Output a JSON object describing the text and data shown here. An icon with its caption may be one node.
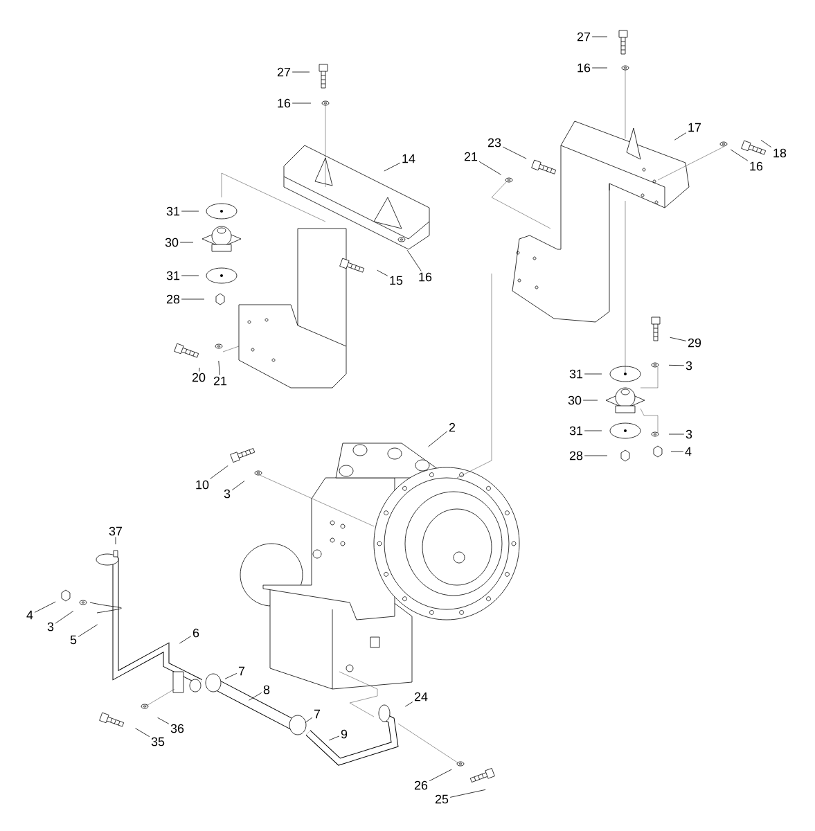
{
  "diagram": {
    "nodes": [
      {
        "text": [
          "27"
        ]
      },
      {
        "text": [
          "16"
        ]
      },
      {
        "text": [
          "14"
        ]
      },
      {
        "text": [
          "31"
        ]
      },
      {
        "text": [
          "30"
        ]
      },
      {
        "text": [
          "31"
        ]
      },
      {
        "text": [
          "28"
        ]
      },
      {
        "text": [
          "15"
        ]
      },
      {
        "text": [
          "16"
        ]
      },
      {
        "text": [
          "20"
        ]
      },
      {
        "text": [
          "21"
        ]
      },
      {
        "text": [
          "27"
        ]
      },
      {
        "text": [
          "16"
        ]
      },
      {
        "text": [
          "17"
        ]
      },
      {
        "text": [
          "23"
        ]
      },
      {
        "text": [
          "21"
        ]
      },
      {
        "text": [
          "18"
        ]
      },
      {
        "text": [
          "16"
        ]
      },
      {
        "text": [
          "29"
        ]
      },
      {
        "text": [
          "3"
        ]
      },
      {
        "text": [
          "31"
        ]
      },
      {
        "text": [
          "30"
        ]
      },
      {
        "text": [
          "31"
        ]
      },
      {
        "text": [
          "3"
        ]
      },
      {
        "text": [
          "28"
        ]
      },
      {
        "text": [
          "4"
        ]
      },
      {
        "text": [
          "2"
        ]
      },
      {
        "text": [
          "10"
        ]
      },
      {
        "text": [
          "3"
        ]
      },
      {
        "text": [
          "37"
        ]
      },
      {
        "text": [
          "4"
        ]
      },
      {
        "text": [
          "3"
        ]
      },
      {
        "text": [
          "5"
        ]
      },
      {
        "text": [
          "6"
        ]
      },
      {
        "text": [
          "7"
        ]
      },
      {
        "text": [
          "8"
        ]
      },
      {
        "text": [
          "35"
        ]
      },
      {
        "text": [
          "36"
        ]
      },
      {
        "text": [
          "7"
        ]
      },
      {
        "text": [
          "9"
        ]
      },
      {
        "text": [
          "24"
        ]
      },
      {
        "text": [
          "26"
        ]
      },
      {
        "text": [
          "25"
        ]
      }
    ],
    "edges": [
      {
        "from": 0,
        "to": null,
        "arrow": "none"
      },
      {
        "from": 1,
        "to": null,
        "arrow": "none"
      },
      {
        "from": 2,
        "to": null,
        "arrow": "none"
      },
      {
        "from": 3,
        "to": null,
        "arrow": "none"
      },
      {
        "from": 4,
        "to": null,
        "arrow": "none"
      },
      {
        "from": 5,
        "to": null,
        "arrow": "none"
      },
      {
        "from": 6,
        "to": null,
        "arrow": "none"
      },
      {
        "from": 7,
        "to": null,
        "arrow": "none"
      },
      {
        "from": 8,
        "to": null,
        "arrow": "none"
      },
      {
        "from": 9,
        "to": null,
        "arrow": "none"
      },
      {
        "from": 10,
        "to": null,
        "arrow": "none"
      },
      {
        "from": 11,
        "to": null,
        "arrow": "none"
      },
      {
        "from": 12,
        "to": null,
        "arrow": "none"
      },
      {
        "from": 13,
        "to": null,
        "arrow": "none"
      },
      {
        "from": 14,
        "to": null,
        "arrow": "none"
      },
      {
        "from": 15,
        "to": null,
        "arrow": "none"
      },
      {
        "from": 16,
        "to": null,
        "arrow": "none"
      },
      {
        "from": 17,
        "to": null,
        "arrow": "none"
      },
      {
        "from": 18,
        "to": null,
        "arrow": "none"
      },
      {
        "from": 19,
        "to": null,
        "arrow": "none"
      },
      {
        "from": 20,
        "to": null,
        "arrow": "none"
      },
      {
        "from": 21,
        "to": null,
        "arrow": "none"
      },
      {
        "from": 22,
        "to": null,
        "arrow": "none"
      },
      {
        "from": 23,
        "to": null,
        "arrow": "none"
      },
      {
        "from": 24,
        "to": null,
        "arrow": "none"
      },
      {
        "from": 25,
        "to": null,
        "arrow": "none"
      },
      {
        "from": 26,
        "to": null,
        "arrow": "none"
      },
      {
        "from": 27,
        "to": null,
        "arrow": "none"
      },
      {
        "from": 28,
        "to": null,
        "arrow": "none"
      },
      {
        "from": 29,
        "to": null,
        "arrow": "none"
      },
      {
        "from": 30,
        "to": null,
        "arrow": "none"
      },
      {
        "from": 31,
        "to": null,
        "arrow": "none"
      },
      {
        "from": 32,
        "to": null,
        "arrow": "none"
      },
      {
        "from": 33,
        "to": null,
        "arrow": "none"
      },
      {
        "from": 34,
        "to": null,
        "arrow": "none"
      },
      {
        "from": 35,
        "to": null,
        "arrow": "none"
      },
      {
        "from": 36,
        "to": null,
        "arrow": "none"
      },
      {
        "from": 37,
        "to": null,
        "arrow": "none"
      },
      {
        "from": 38,
        "to": null,
        "arrow": "none"
      },
      {
        "from": 39,
        "to": null,
        "arrow": "none"
      },
      {
        "from": 40,
        "to": null,
        "arrow": "none"
      },
      {
        "from": 41,
        "to": null,
        "arrow": "none"
      },
      {
        "from": 42,
        "to": null,
        "arrow": "none"
      }
    ]
  }
}
